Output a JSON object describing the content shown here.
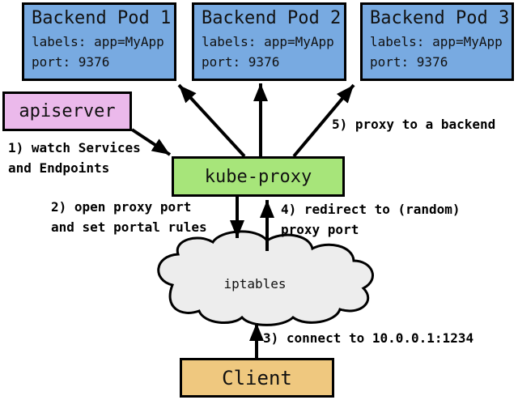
{
  "colors": {
    "pod_fill": "#78aae1",
    "apiserver_fill": "#ebb9eb",
    "kube_proxy_fill": "#a7e57a",
    "client_fill": "#efc87f",
    "cloud_fill": "#ededed",
    "line": "#000000"
  },
  "nodes": {
    "pods": [
      {
        "title": "Backend Pod 1",
        "labels": "labels: app=MyApp",
        "port": "port: 9376"
      },
      {
        "title": "Backend Pod 2",
        "labels": "labels: app=MyApp",
        "port": "port: 9376"
      },
      {
        "title": "Backend Pod 3",
        "labels": "labels: app=MyApp",
        "port": "port: 9376"
      }
    ],
    "apiserver": "apiserver",
    "kube_proxy": "kube-proxy",
    "iptables": "iptables",
    "client": "Client"
  },
  "steps": [
    "1) watch Services\nand Endpoints",
    "2) open proxy port\nand set portal rules",
    "3) connect to 10.0.0.1:1234",
    "4) redirect to (random)\nproxy port",
    "5) proxy to a backend"
  ]
}
